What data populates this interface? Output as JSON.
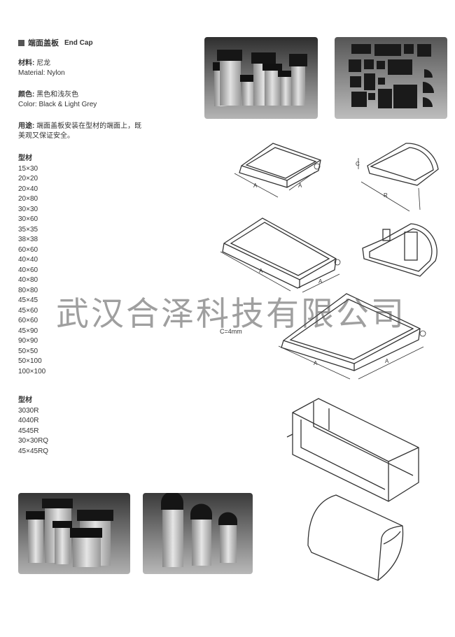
{
  "header": {
    "title_cn": "端面盖板",
    "title_en": "End Cap"
  },
  "material": {
    "label_cn": "材料:",
    "value_cn": "尼龙",
    "en": "Material: Nylon"
  },
  "color": {
    "label_cn": "颜色:",
    "value_cn": "黑色和浅灰色",
    "en": "Color: Black & Light Grey"
  },
  "usage": {
    "label_cn": "用途:",
    "line1": "端面盖板安装在型材的端面上，既",
    "line2": "美观又保证安全。"
  },
  "profiles1": {
    "heading": "型材",
    "items": [
      "15×30",
      "20×20",
      "20×40",
      "20×80",
      "30×30",
      "30×60",
      "35×35",
      "38×38",
      "60×60",
      "40×40",
      "40×60",
      "40×80",
      "80×80",
      "45×45",
      "45×60",
      "60×60",
      "45×90",
      "90×90",
      "50×50",
      "50×100",
      "100×100"
    ]
  },
  "profiles2": {
    "heading": "型材",
    "items": [
      "3030R",
      "4040R",
      "4545R",
      "30×30RQ",
      "45×45RQ"
    ]
  },
  "drawing_labels": {
    "dim_a": "A",
    "dim_c": "C",
    "dim_r": "R",
    "c_note": "C=4mm"
  },
  "watermark": "武汉合泽科技有限公司",
  "colors": {
    "photo_bg_dark": "#3a3a3a",
    "photo_bg_light": "#9a9a9a",
    "line": "#333333"
  }
}
